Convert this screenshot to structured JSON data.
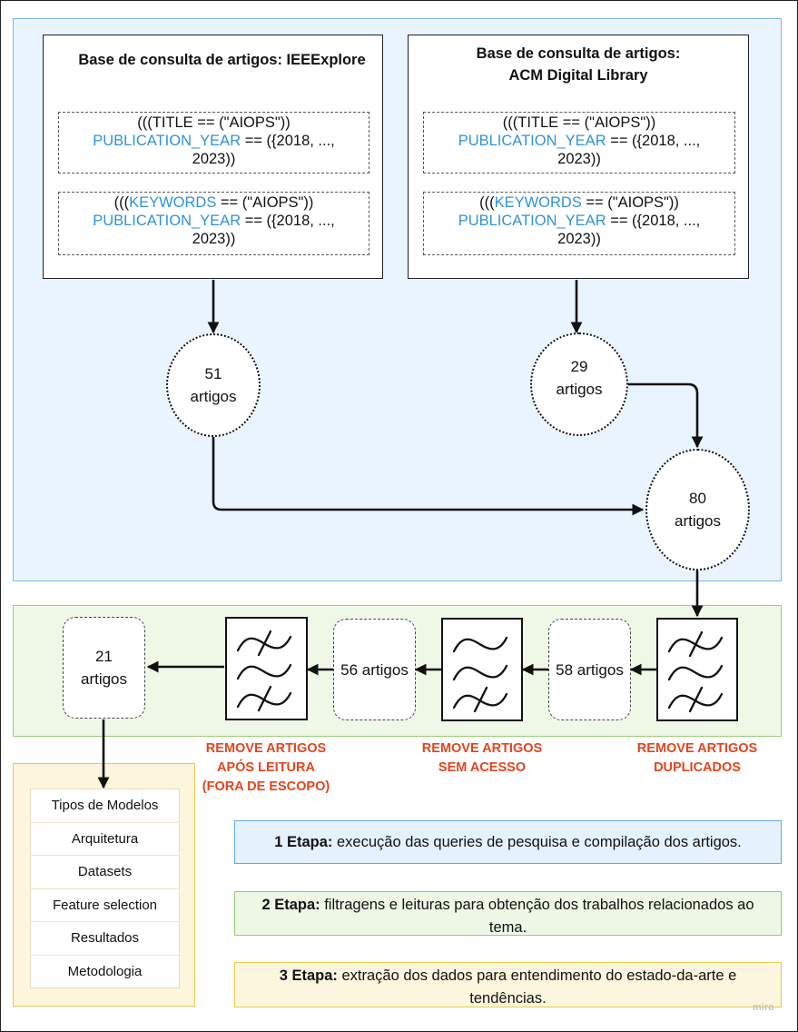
{
  "sources": [
    {
      "title_lines": [
        "Base de consulta de artigos: IEEExplore"
      ],
      "query_title": {
        "line1": "(((TITLE == (\"AIOPS\"))",
        "line2_key": "PUBLICATION_YEAR",
        "line2_rest": " == ({2018, ...,",
        "line3": "2023))"
      },
      "query_keywords": {
        "prefix": "(((",
        "key": "KEYWORDS",
        "rest": " == (\"AIOPS\"))",
        "line2_key": "PUBLICATION_YEAR",
        "line2_rest": " == ({2018, ...,",
        "line3": "2023))"
      }
    },
    {
      "title_lines": [
        "Base de consulta de artigos:",
        "ACM Digital Library"
      ],
      "query_title": {
        "line1": "(((TITLE == (\"AIOPS\"))",
        "line2_key": "PUBLICATION_YEAR",
        "line2_rest": " == ({2018, ...,",
        "line3": "2023))"
      },
      "query_keywords": {
        "prefix": "(((",
        "key": "KEYWORDS",
        "rest": " == (\"AIOPS\"))",
        "line2_key": "PUBLICATION_YEAR",
        "line2_rest": " == ({2018, ...,",
        "line3": "2023))"
      }
    }
  ],
  "counts": {
    "ieee": [
      "51",
      "artigos"
    ],
    "acm": [
      "29",
      "artigos"
    ],
    "total": [
      "80",
      "artigos"
    ],
    "after_duplicates": "58 artigos",
    "after_access": "56 artigos",
    "final": [
      "21",
      "artigos"
    ]
  },
  "filters": {
    "duplicates": [
      "REMOVE ARTIGOS",
      "DUPLICADOS"
    ],
    "access": [
      "REMOVE ARTIGOS",
      "SEM ACESSO"
    ],
    "reading": [
      "REMOVE ARTIGOS",
      "APÓS LEITURA",
      "(FORA DE ESCOPO)"
    ]
  },
  "extraction_items": [
    "Tipos de Modelos",
    "Arquitetura",
    "Datasets",
    "Feature selection",
    "Resultados",
    "Metodologia"
  ],
  "stages": [
    {
      "label": "1 Etapa:",
      "text": " execução das queries de pesquisa e compilação dos artigos."
    },
    {
      "label": "2 Etapa:",
      "text": " filtragens e leituras para obtenção dos trabalhos relacionados ao tema."
    },
    {
      "label": "3 Etapa:",
      "text": " extração dos dados para entendimento do estado-da-arte e tendências."
    }
  ],
  "watermark": "miro",
  "colors": {
    "blue_zone": "#eaf4fe",
    "green_zone": "#eff8e7",
    "yellow_zone": "#fdf5dc",
    "keyword_blue": "#2f93d6",
    "filter_label_red": "#e2451e"
  }
}
